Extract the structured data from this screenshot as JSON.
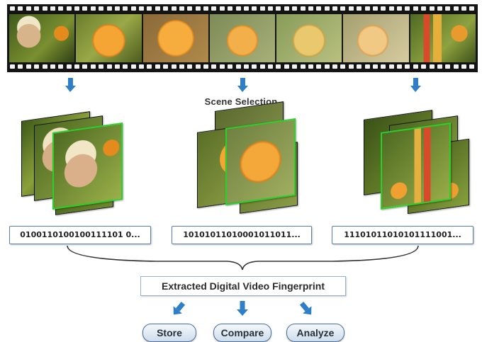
{
  "scene_selection_label": "Scene Selection",
  "fingerprints": [
    {
      "bits": "0100110100100111101 0..."
    },
    {
      "bits": "10101011010001011011..."
    },
    {
      "bits": "11101011010101111001..."
    }
  ],
  "extracted_label": "Extracted Digital Video Fingerprint",
  "actions": [
    {
      "label": "Store"
    },
    {
      "label": "Compare"
    },
    {
      "label": "Analyze"
    }
  ],
  "colors": {
    "arrow": "#2f7ec8",
    "selection_border": "#2bd12b",
    "box_border": "#5a7ea8"
  }
}
